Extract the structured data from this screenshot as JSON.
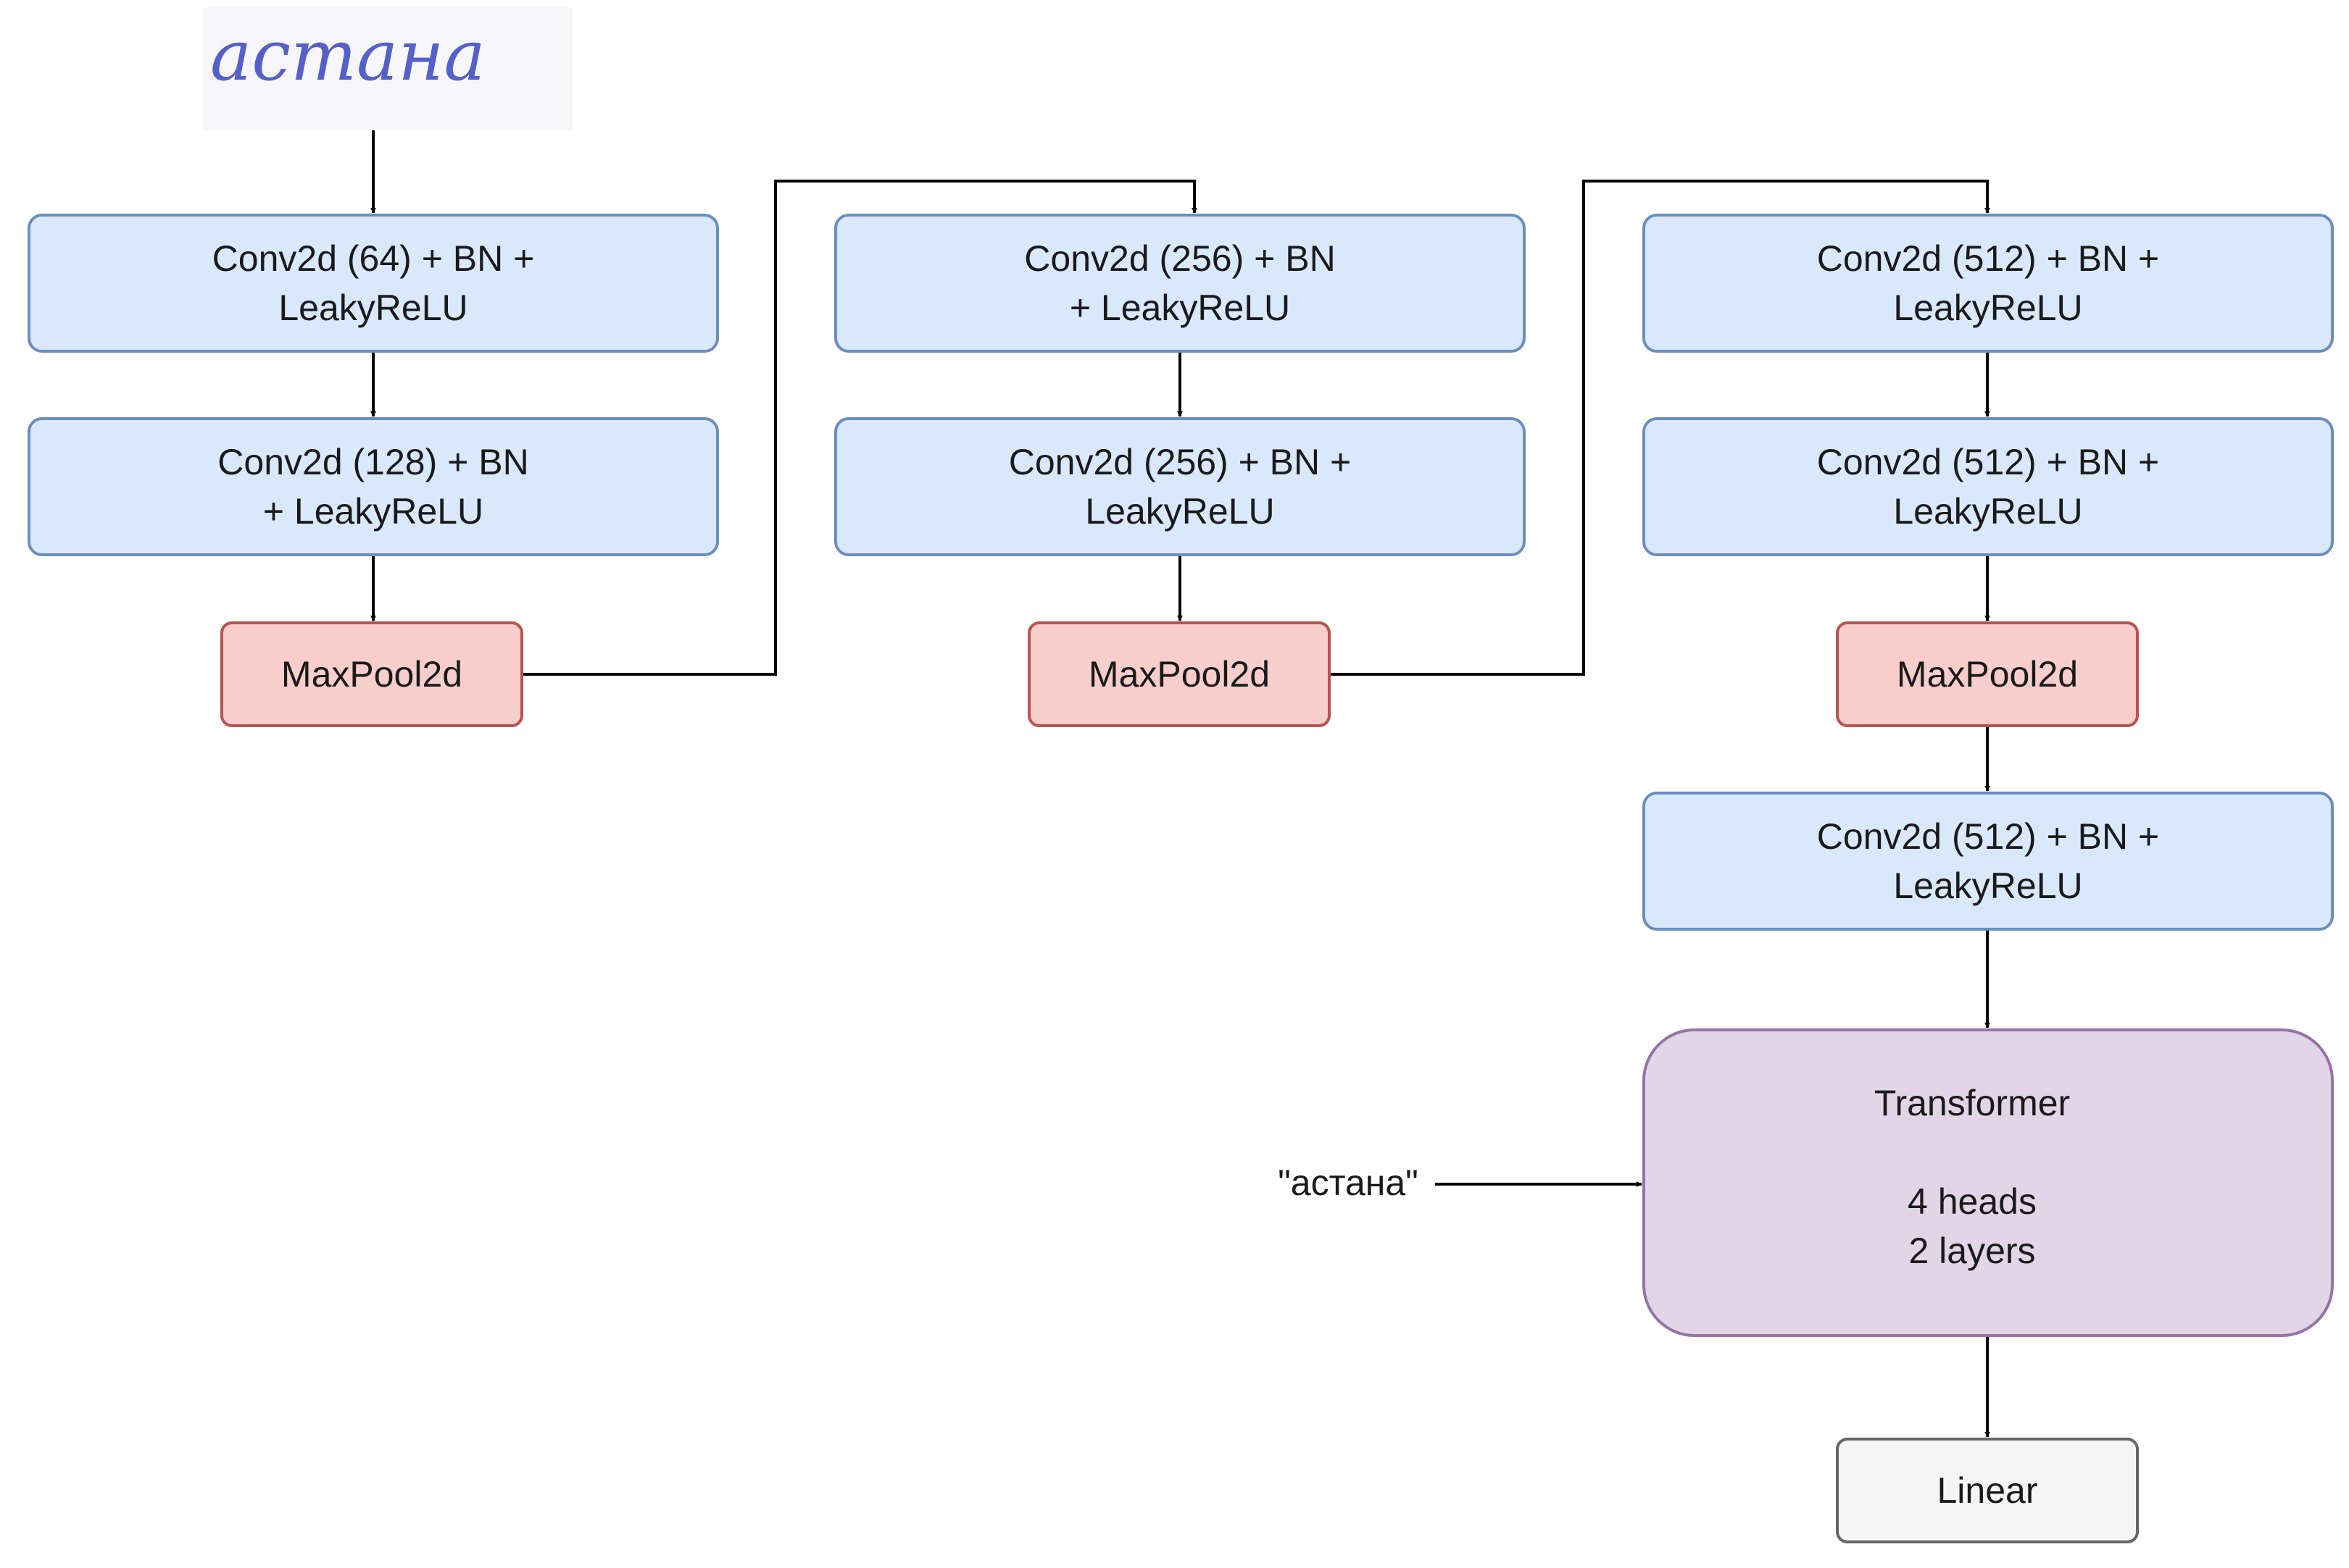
{
  "input_image": {
    "handwritten_word": "астана"
  },
  "colors": {
    "conv_fill": "#dae8fc",
    "conv_stroke": "#6c8ebf",
    "pool_fill": "#f8cecc",
    "pool_stroke": "#b85450",
    "transformer_fill": "#e1d5e7",
    "transformer_stroke": "#9673a6",
    "linear_fill": "#f5f5f5",
    "linear_stroke": "#666666",
    "edge": "#000000",
    "handwriting": "#5560c8"
  },
  "nodes": {
    "conv_64": {
      "lines": [
        "Conv2d (64) + BN +",
        "LeakyReLU"
      ]
    },
    "conv_128": {
      "lines": [
        "Conv2d (128) + BN",
        "+ LeakyReLU"
      ]
    },
    "pool_1": {
      "lines": [
        "MaxPool2d"
      ]
    },
    "conv_256_a": {
      "lines": [
        "Conv2d (256) + BN",
        "+ LeakyReLU"
      ]
    },
    "conv_256_b": {
      "lines": [
        "Conv2d (256) + BN +",
        "LeakyReLU"
      ]
    },
    "pool_2": {
      "lines": [
        "MaxPool2d"
      ]
    },
    "conv_512_a": {
      "lines": [
        "Conv2d (512) + BN +",
        "LeakyReLU"
      ]
    },
    "conv_512_b": {
      "lines": [
        "Conv2d (512) + BN +",
        "LeakyReLU"
      ]
    },
    "pool_3": {
      "lines": [
        "MaxPool2d"
      ]
    },
    "conv_512_c": {
      "lines": [
        "Conv2d (512) + BN +",
        "LeakyReLU"
      ]
    },
    "transformer": {
      "lines": [
        "Transformer",
        "",
        "4 heads",
        "2 layers"
      ]
    },
    "linear": {
      "lines": [
        "Linear"
      ]
    }
  },
  "target_text_label": "\"астана\""
}
